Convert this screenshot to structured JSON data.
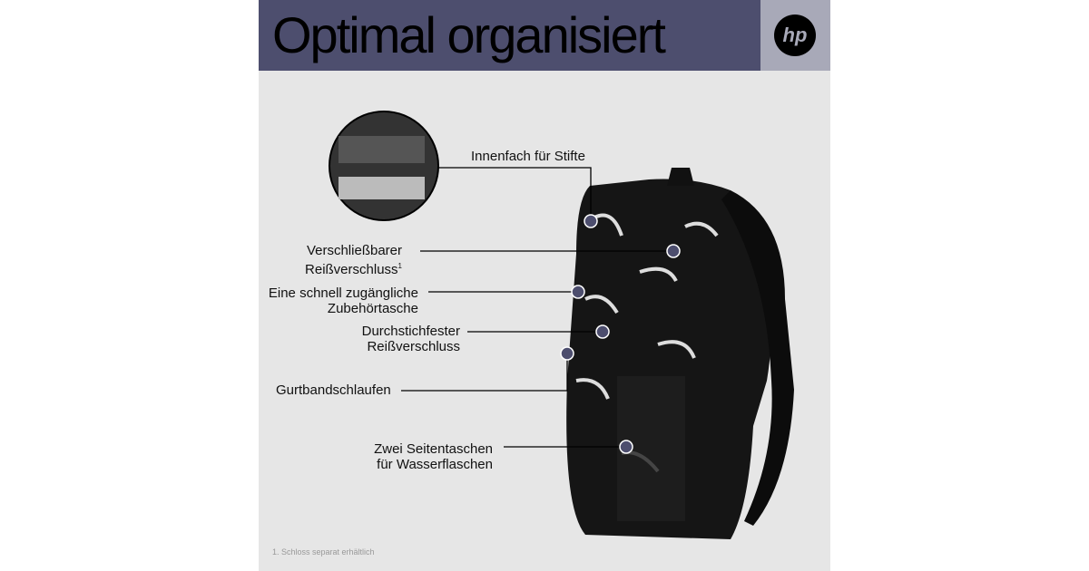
{
  "header": {
    "title": "Optimal organisiert",
    "logo": "hp"
  },
  "callouts": [
    {
      "text": "Innenfach für Stifte"
    },
    {
      "line1": "Verschließbarer",
      "line2": "Reißverschluss",
      "sup": "1"
    },
    {
      "line1": "Eine schnell zugängliche",
      "line2": "Zubehörtasche"
    },
    {
      "line1": "Durchstichfester",
      "line2": "Reißverschluss"
    },
    {
      "text": "Gurtbandschlaufen"
    },
    {
      "line1": "Zwei Seitentaschen",
      "line2": "für Wasserflaschen"
    }
  ],
  "footnote": "1. Schloss separat erhältlich",
  "colors": {
    "header": "#4d4e6e",
    "logo_box": "#a8a9b8",
    "background": "#e6e6e6",
    "dot": "#4d4e6e"
  }
}
